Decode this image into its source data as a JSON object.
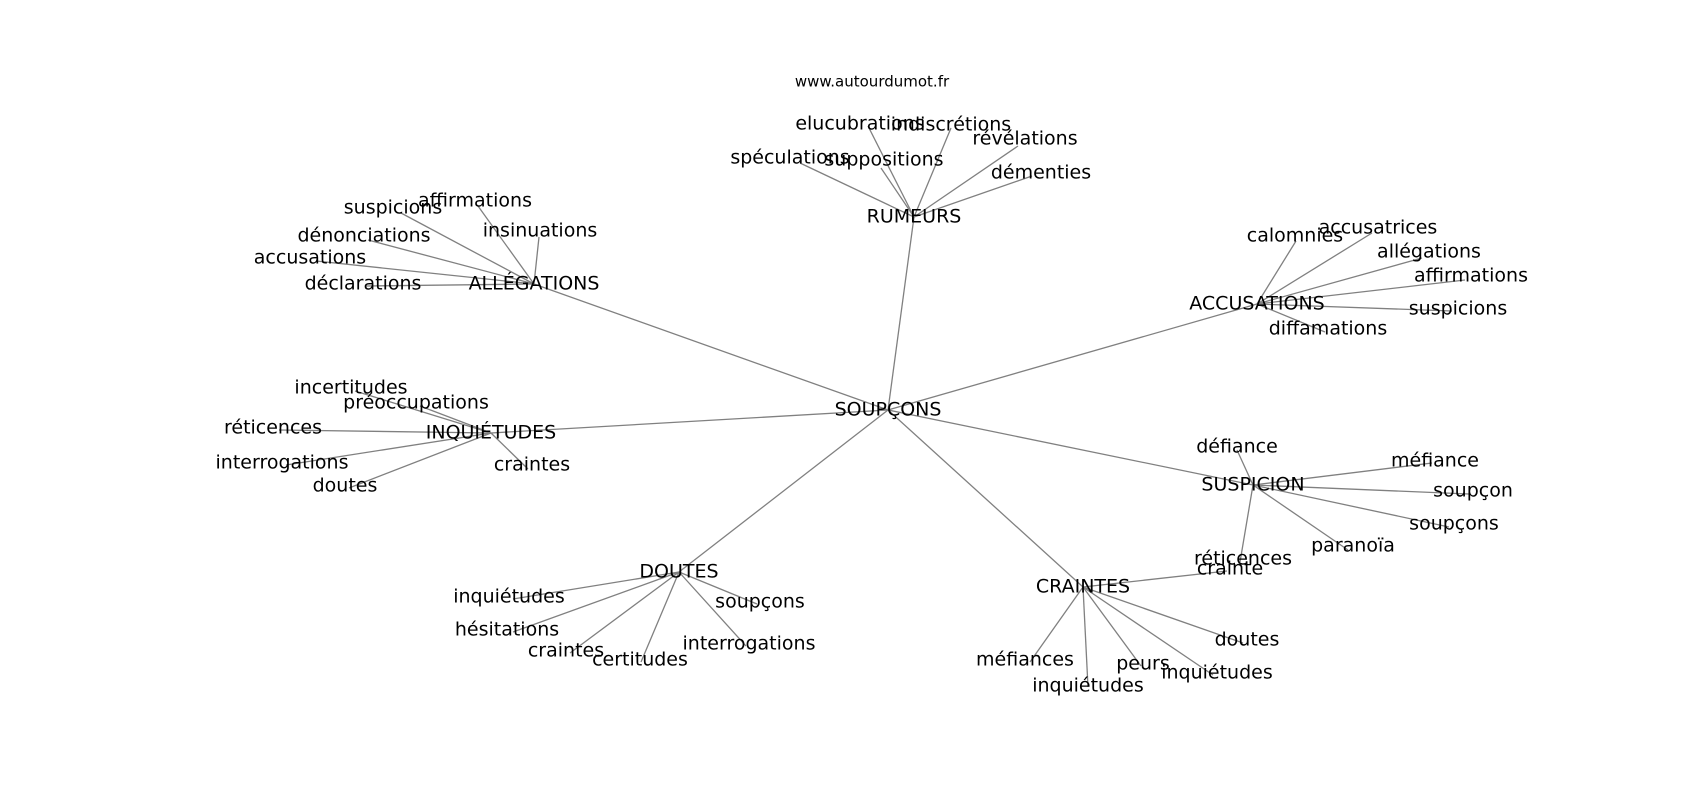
{
  "site": "www.autourdumot.fr",
  "graph": {
    "center": "SOUPÇONS",
    "edge_color": "#808080",
    "clusters": [
      {
        "hub": "RUMEURS",
        "leaves": [
          "elucubrations",
          "indiscrétions",
          "révélations",
          "spéculations",
          "suppositions",
          "démenties"
        ]
      },
      {
        "hub": "ALLÉGATIONS",
        "leaves": [
          "affirmations",
          "suspicions",
          "insinuations",
          "dénonciations",
          "accusations",
          "déclarations"
        ]
      },
      {
        "hub": "ACCUSATIONS",
        "leaves": [
          "calomnies",
          "accusatrices",
          "allégations",
          "affirmations",
          "suspicions",
          "diffamations"
        ]
      },
      {
        "hub": "INQUIÉTUDES",
        "leaves": [
          "incertitudes",
          "préoccupations",
          "réticences",
          "interrogations",
          "doutes",
          "craintes"
        ]
      },
      {
        "hub": "SUSPICION",
        "leaves": [
          "défiance",
          "méfiance",
          "soupçon",
          "soupçons",
          "paranoïa",
          "réticences"
        ]
      },
      {
        "hub": "DOUTES",
        "leaves": [
          "inquiétudes",
          "soupçons",
          "hésitations",
          "craintes",
          "certitudes",
          "interrogations"
        ]
      },
      {
        "hub": "CRAINTES",
        "leaves": [
          "crainte",
          "doutes",
          "méfiances",
          "peurs",
          "inquiétudes",
          "inquiétudes"
        ]
      }
    ]
  }
}
